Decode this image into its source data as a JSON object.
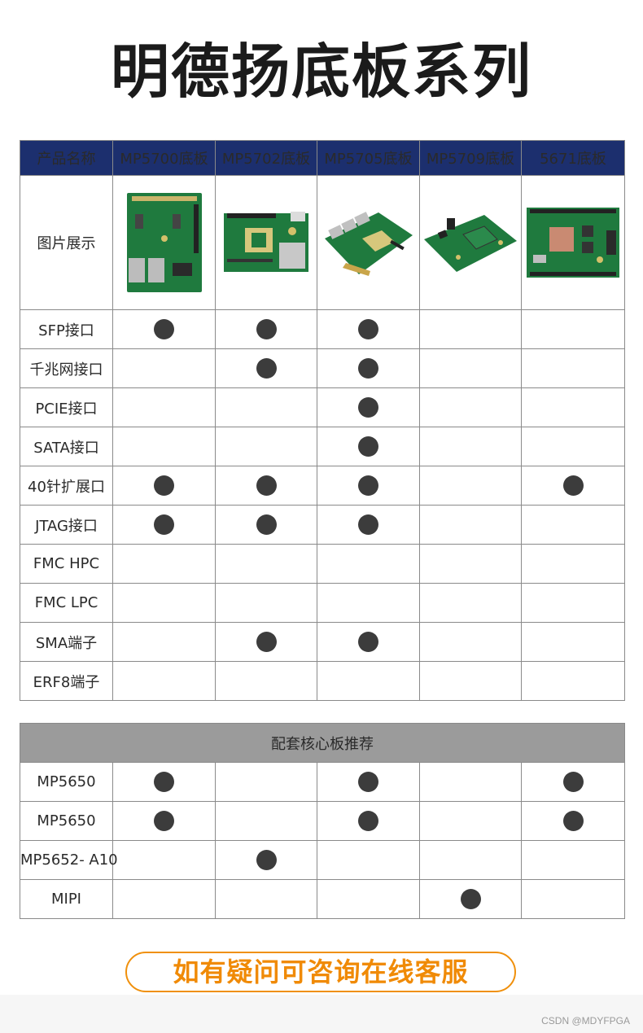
{
  "title": "明德扬底板系列",
  "spec_table": {
    "header_label": "产品名称",
    "products": [
      "MP5700底板",
      "MP5702底板",
      "MP5705底板",
      "MP5709底板",
      "5671底板"
    ],
    "image_row_label": "图片展示",
    "features": [
      {
        "label": "SFP接口",
        "support": [
          true,
          true,
          true,
          false,
          false
        ]
      },
      {
        "label": "千兆网接口",
        "support": [
          false,
          true,
          true,
          false,
          false
        ]
      },
      {
        "label": "PCIE接口",
        "support": [
          false,
          false,
          true,
          false,
          false
        ]
      },
      {
        "label": "SATA接口",
        "support": [
          false,
          false,
          true,
          false,
          false
        ]
      },
      {
        "label": "40针扩展口",
        "support": [
          true,
          true,
          true,
          false,
          true
        ]
      },
      {
        "label": "JTAG接口",
        "support": [
          true,
          true,
          true,
          false,
          false
        ]
      },
      {
        "label": "FMC HPC",
        "support": [
          false,
          false,
          false,
          false,
          false
        ]
      },
      {
        "label": "FMC LPC",
        "support": [
          false,
          false,
          false,
          false,
          false
        ]
      },
      {
        "label": "SMA端子",
        "support": [
          false,
          true,
          true,
          false,
          false
        ]
      },
      {
        "label": "ERF8端子",
        "support": [
          false,
          false,
          false,
          false,
          false
        ]
      }
    ]
  },
  "core_table": {
    "title": "配套核心板推荐",
    "rows": [
      {
        "label": "MP5650",
        "support": [
          true,
          false,
          true,
          false,
          true
        ]
      },
      {
        "label": "MP5650",
        "support": [
          true,
          false,
          true,
          false,
          true
        ]
      },
      {
        "label": "MP5652- A10",
        "support": [
          false,
          true,
          false,
          false,
          false
        ]
      },
      {
        "label": "MIPI",
        "support": [
          false,
          false,
          false,
          true,
          false
        ]
      }
    ]
  },
  "contact_button": "如有疑问可咨询在线客服",
  "watermark": "CSDN @MDYFPGA",
  "colors": {
    "header_bg": "#1c2f6e",
    "core_header_bg": "#9b9b9b",
    "dot": "#3c3c3c",
    "accent": "#f08a06",
    "board_green": "#1f7a3e"
  },
  "icons": [
    "board-photo-icon",
    "support-dot-icon"
  ]
}
